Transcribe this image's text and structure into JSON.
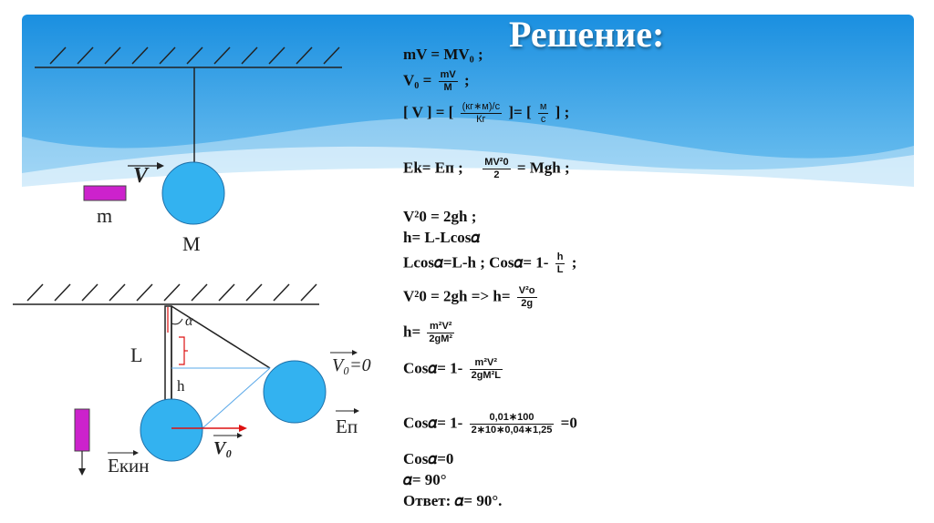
{
  "title": "Решение:",
  "diagram": {
    "v_label": "V",
    "m_label": "m",
    "M_label": "M",
    "L_label": "L",
    "h_label": "h",
    "alpha_label": "α",
    "v0_label": "V₀",
    "v0_zero_label": "V₀=0",
    "ep_label": "Eп",
    "ekin_label": "Eкин",
    "colors": {
      "ball": "#33b2f0",
      "bullet": "#cc22cc",
      "arrow": "#dd1111"
    }
  },
  "eq": {
    "l1": "mV = MV₀ ;",
    "l2_a": "V₀ =",
    "l2_num": "mV",
    "l2_den": "M",
    "l2_b": ";",
    "l3_a": "[ V ] =  [",
    "l3_num": "(кг∗м)/с",
    "l3_den": "Кг",
    "l3_b": "]= [",
    "l3_num2": "м",
    "l3_den2": "с",
    "l3_c": "] ;",
    "l4_a": "Ek= Eп ;",
    "l4_num": "MV²0",
    "l4_den": "2",
    "l4_b": "= Mgh ;",
    "l5": "V²0 = 2gh ;",
    "l6": "h= L-Lcos𝛼",
    "l7_a": "Lcos𝛼=L-h ; Cos𝛼= 1-",
    "l7_num": "h",
    "l7_den": "L",
    "l7_b": ";",
    "l8_a": "V²0 = 2gh => h=",
    "l8_num": "V²o",
    "l8_den": "2g",
    "l9_a": "h=",
    "l9_num": "m²V²",
    "l9_den": "2gM²",
    "l10_a": "Cos𝛼= 1-",
    "l10_num": "m²V²",
    "l10_den": "2gM²L",
    "l11_a": "Cos𝛼= 1-",
    "l11_num": "0,01∗100",
    "l11_den": "2∗10∗0,04∗1,25",
    "l11_b": "=0",
    "l12": "Cos𝛼=0",
    "l13": "𝛼= 90°",
    "l14": "Ответ: 𝛼= 90°."
  }
}
